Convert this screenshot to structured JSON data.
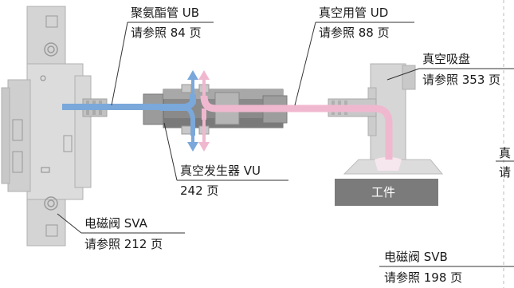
{
  "labels": {
    "ub": {
      "title": "聚氨酯管 UB",
      "ref": "请参照 84 页"
    },
    "ud": {
      "title": "真空用管 UD",
      "ref": "请参照 88 页"
    },
    "cup": {
      "title": "真空吸盘",
      "ref": "请参照 353 页"
    },
    "vu": {
      "title": "真空发生器 VU",
      "ref": "242 页"
    },
    "sva": {
      "title": "电磁阀 SVA",
      "ref": "请参照 212 页"
    },
    "svb": {
      "title": "电磁阀 SVB",
      "ref": "请参照 198 页"
    },
    "workpiece": "工件",
    "cut_title": "真",
    "cut_ref": "请"
  },
  "colors": {
    "blue": "#7aa8da",
    "pink": "#f0b8cf",
    "gray_light": "#d9d9d9",
    "gray_mid": "#a9a9a9",
    "gray_dark": "#6f6f6f"
  }
}
